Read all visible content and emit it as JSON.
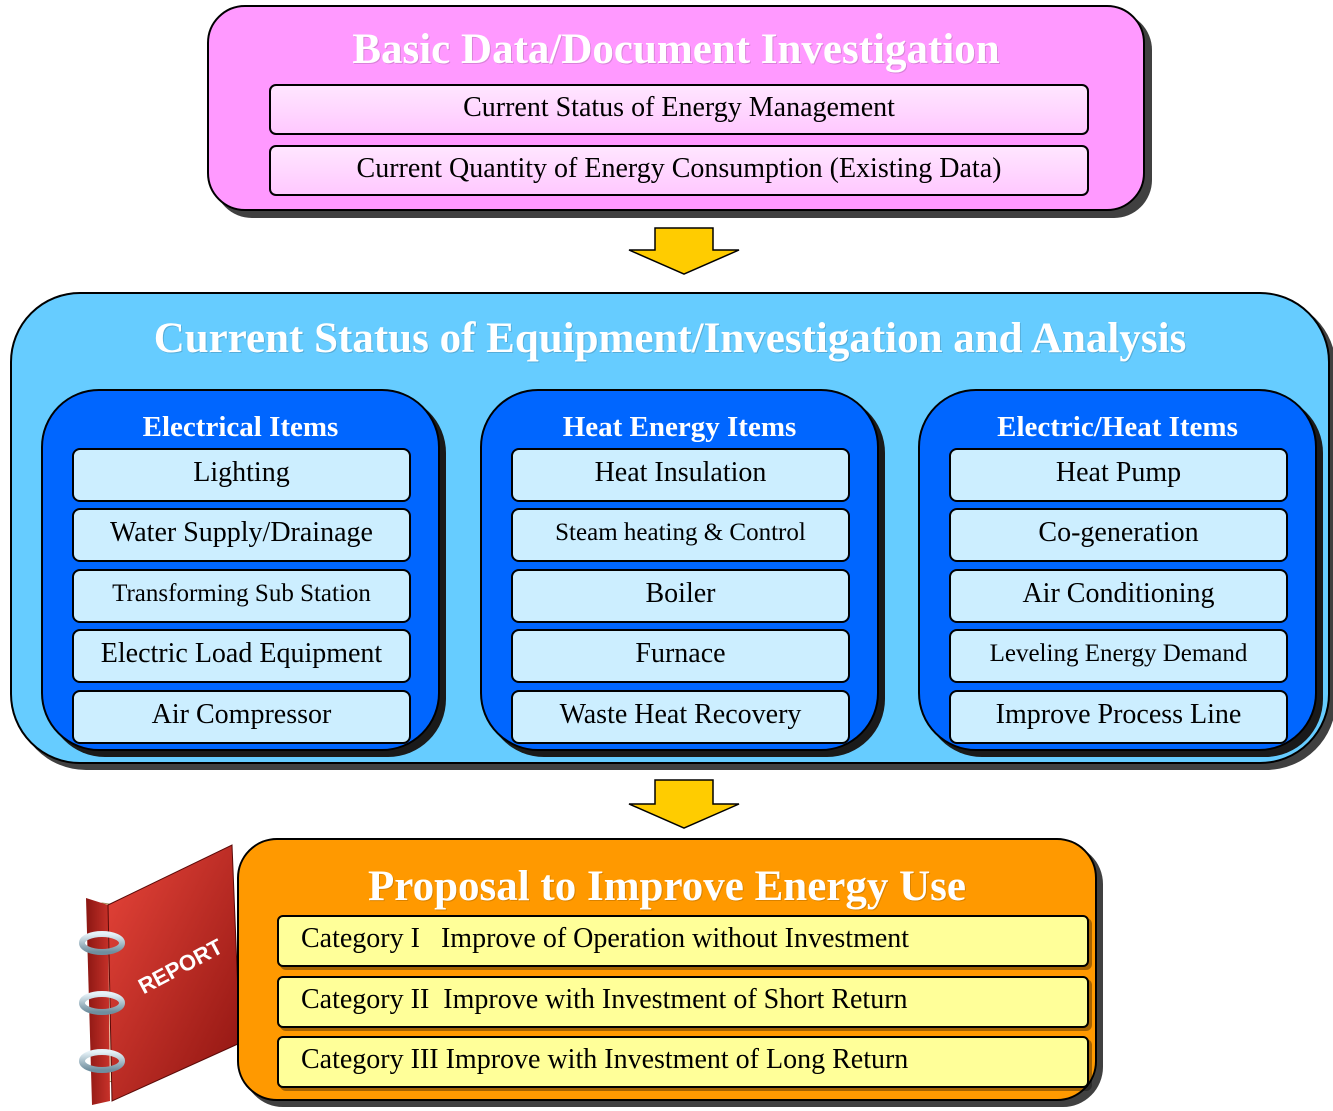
{
  "section1": {
    "title": "Basic Data/Document Investigation",
    "rows": [
      "Current Status of Energy Management",
      "Current Quantity of Energy Consumption (Existing Data)"
    ]
  },
  "section2": {
    "title": "Current Status of Equipment/Investigation and Analysis",
    "columns": [
      {
        "title": "Electrical Items",
        "items": [
          "Lighting",
          "Water Supply/Drainage",
          "Transforming Sub Station",
          "Electric Load Equipment",
          "Air Compressor"
        ]
      },
      {
        "title": "Heat Energy Items",
        "items": [
          "Heat Insulation",
          "Steam heating & Control",
          "Boiler",
          "Furnace",
          "Waste Heat Recovery"
        ]
      },
      {
        "title": "Electric/Heat Items",
        "items": [
          "Heat Pump",
          "Co-generation",
          "Air Conditioning",
          "Leveling Energy Demand",
          "Improve Process Line"
        ]
      }
    ]
  },
  "section3": {
    "title": "Proposal to Improve Energy Use",
    "rows": [
      "Category I   Improve of Operation without Investment",
      "Category II  Improve with Investment of Short Return",
      "Category III Improve with Investment of Long Return"
    ]
  },
  "book": {
    "label": "REPORT"
  },
  "colors": {
    "section1": "#ff99ff",
    "section2": "#66ccff",
    "column": "#0066ff",
    "section3": "#ff9900",
    "arrow": "#ffcc00"
  }
}
